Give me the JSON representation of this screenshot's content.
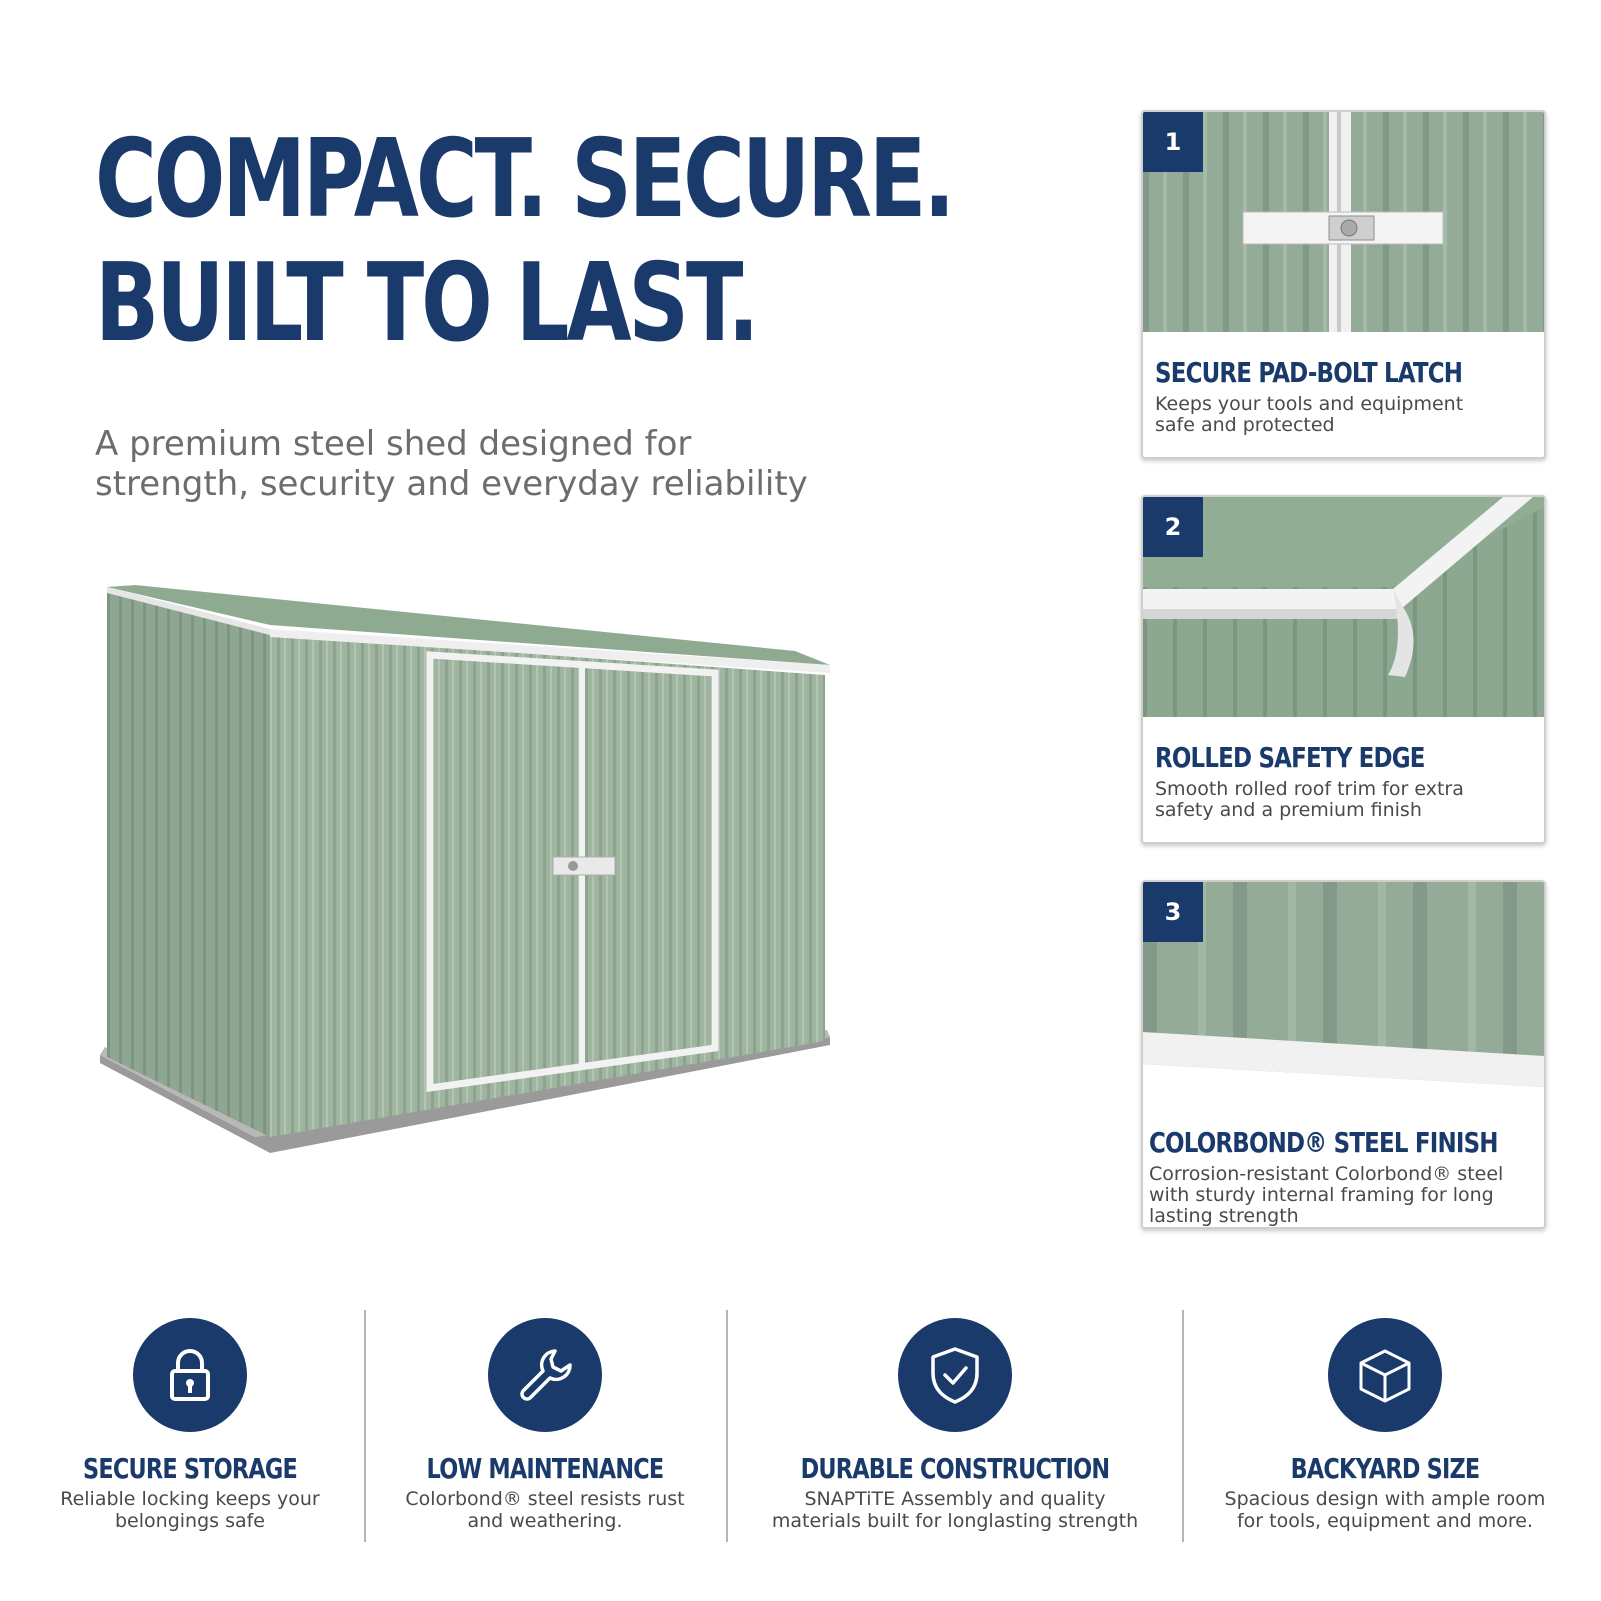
{
  "headline": {
    "line1": "COMPACT. SECURE.",
    "line2": "BUILT TO LAST."
  },
  "subtitle": {
    "line1": "A premium steel shed designed for",
    "line2": "strength, security and everyday reliability"
  },
  "colors": {
    "brand_navy": "#193a6b",
    "shed_green": "#9db39e",
    "trim_white": "#f2f2f2",
    "text_gray": "#6d6d6d"
  },
  "cards": [
    {
      "number": "1",
      "title": "SECURE PAD-BOLT LATCH",
      "text_line1": "Keeps your tools and equipment",
      "text_line2": "safe and protected",
      "text_line3": ""
    },
    {
      "number": "2",
      "title": "ROLLED SAFETY EDGE",
      "text_line1": "Smooth rolled roof trim for extra",
      "text_line2": "safety and a premium finish",
      "text_line3": ""
    },
    {
      "number": "3",
      "title": "COLORBOND® STEEL FINISH",
      "text_line1": "Corrosion-resistant Colorbond® steel",
      "text_line2": "with sturdy internal framing for long",
      "text_line3": "lasting strength"
    }
  ],
  "features": [
    {
      "icon": "lock-icon",
      "title": "SECURE STORAGE",
      "text_line1": "Reliable locking keeps your",
      "text_line2": "belongings safe"
    },
    {
      "icon": "wrench-icon",
      "title": "LOW MAINTENANCE",
      "text_line1": "Colorbond® steel resists rust",
      "text_line2": "and weathering."
    },
    {
      "icon": "shield-check-icon",
      "title": "DURABLE CONSTRUCTION",
      "text_line1": "SNAPTiTE Assembly and quality",
      "text_line2": "materials built for longlasting strength"
    },
    {
      "icon": "box-icon",
      "title": "BACKYARD SIZE",
      "text_line1": "Spacious design with ample room",
      "text_line2": "for tools, equipment and more."
    }
  ]
}
